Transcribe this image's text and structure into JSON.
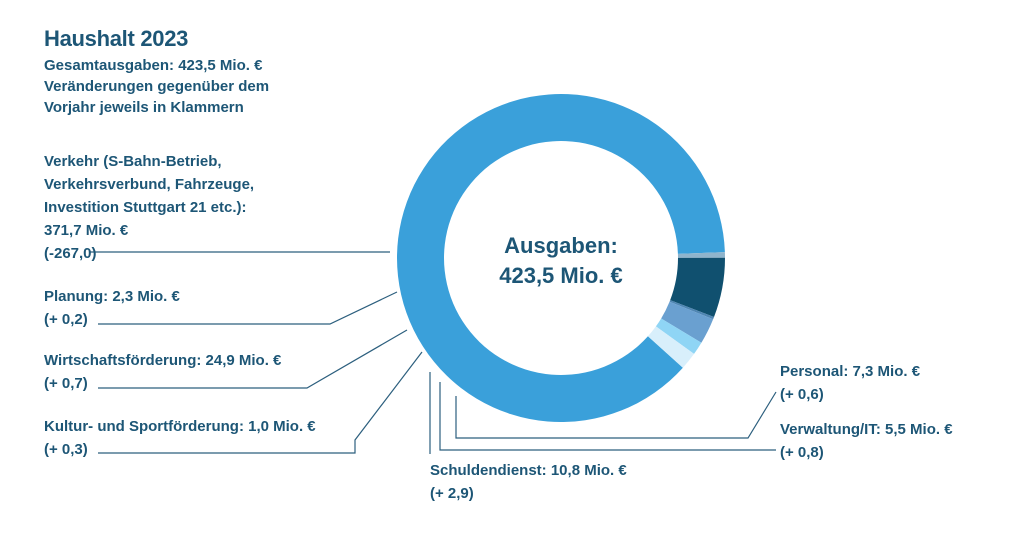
{
  "title": "Haushalt 2023",
  "subtitle": [
    "Gesamtausgaben: 423,5 Mio. €",
    "Veränderungen gegenüber dem",
    "Vorjahr jeweils in Klammern"
  ],
  "center_label": [
    "Ausgaben:",
    "423,5 Mio. €"
  ],
  "colors": {
    "text": "#1d5676",
    "leader": "#2c5f7e",
    "verkehr": "#3aa0da",
    "planung": "#8fb4cc",
    "wirtschaft": "#10506f",
    "kultur": "#4f86b3",
    "schulden": "#6aa0d0",
    "verwaltung": "#8fd5f5",
    "personal": "#d8effb"
  },
  "chart_data": {
    "type": "pie",
    "donut": true,
    "total": 423.5,
    "unit": "Mio. €",
    "slices": [
      {
        "key": "verkehr",
        "label_lines": [
          "Verkehr (S-Bahn-Betrieb,",
          "Verkehrsverbund, Fahrzeuge,",
          "Investition Stuttgart 21 etc.):",
          "371,7 Mio. €",
          "(-267,0)"
        ],
        "value": 371.7,
        "change": -267.0
      },
      {
        "key": "planung",
        "label_lines": [
          "Planung: 2,3 Mio. €",
          "(+ 0,2)"
        ],
        "value": 2.3,
        "change": 0.2
      },
      {
        "key": "wirtschaft",
        "label_lines": [
          "Wirtschaftsförderung: 24,9 Mio. €",
          "(+ 0,7)"
        ],
        "value": 24.9,
        "change": 0.7
      },
      {
        "key": "kultur",
        "label_lines": [
          "Kultur- und Sportförderung: 1,0 Mio. €",
          "(+ 0,3)"
        ],
        "value": 1.0,
        "change": 0.3
      },
      {
        "key": "schulden",
        "label_lines": [
          "Schuldendienst: 10,8 Mio. €",
          "(+ 2,9)"
        ],
        "value": 10.8,
        "change": 2.9
      },
      {
        "key": "verwaltung",
        "label_lines": [
          "Verwaltung/IT: 5,5 Mio. €",
          "(+ 0,8)"
        ],
        "value": 5.5,
        "change": 0.8
      },
      {
        "key": "personal",
        "label_lines": [
          "Personal: 7,3 Mio. €",
          "(+ 0,6)"
        ],
        "value": 7.3,
        "change": 0.6
      }
    ]
  }
}
